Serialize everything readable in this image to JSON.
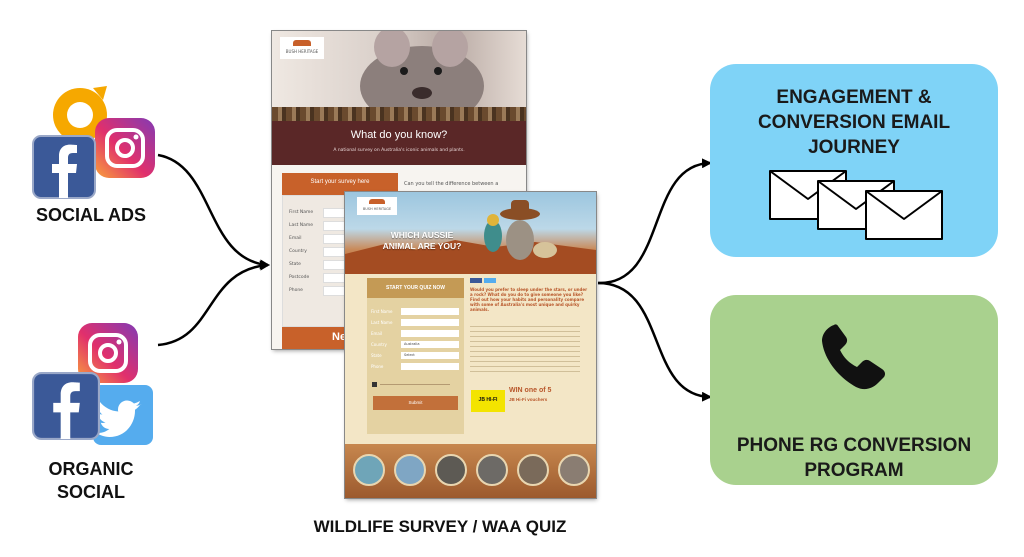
{
  "sources": {
    "social_ads": {
      "label": "SOCIAL ADS",
      "icons": [
        "refresh-logo-icon",
        "facebook-icon",
        "instagram-icon"
      ]
    },
    "organic_social": {
      "label_line1": "ORGANIC",
      "label_line2": "SOCIAL",
      "icons": [
        "instagram-icon",
        "facebook-icon",
        "twitter-icon"
      ]
    }
  },
  "center": {
    "caption": "WILDLIFE SURVEY / WAA QUIZ",
    "survey_page": {
      "logo_text": "BUSH HERITAGE",
      "heading": "What do you know?",
      "subheading": "A national survey on Australia's iconic animals and plants.",
      "cta": "Start your survey here",
      "side_text": "Can you tell the difference between a",
      "fields": [
        "First Name",
        "Last Name",
        "Email",
        "Country",
        "State",
        "Postcode",
        "Phone"
      ],
      "next_button": "Ne"
    },
    "quiz_page": {
      "logo_text": "BUSH HERITAGE",
      "heading_line1": "WHICH AUSSIE",
      "heading_line2": "ANIMAL ARE YOU?",
      "cta": "START YOUR QUIZ NOW",
      "fields": [
        "First Name",
        "Last Name",
        "Email",
        "Country",
        "State",
        "Phone"
      ],
      "submit": "Submit",
      "intro": "Would you prefer to sleep under the stars, or under a rock? What do you do to give someone you like? Find out how your habits and personality compare with some of Australia's most unique and quirky animals.",
      "prize_logo": "JB HI-FI",
      "prize_title": "WIN one of 5",
      "prize_sub": "JB Hi-Fi vouchers",
      "country_value": "Australia",
      "state_value": "Select"
    }
  },
  "outcomes": {
    "email": {
      "line1": "ENGAGEMENT &",
      "line2": "CONVERSION EMAIL",
      "line3": "JOURNEY",
      "color": "#7fd3f7",
      "icon": "envelope-icon"
    },
    "phone": {
      "line1": "PHONE RG CONVERSION",
      "line2": "PROGRAM",
      "color": "#a9d18e",
      "icon": "phone-icon"
    }
  }
}
